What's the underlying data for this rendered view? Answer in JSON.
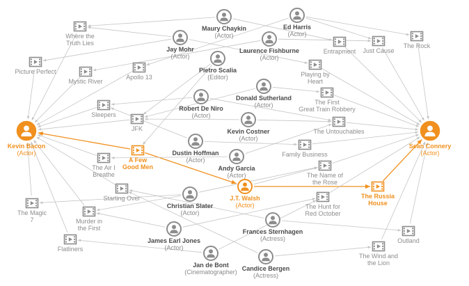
{
  "colors": {
    "node": "#8c8c8c",
    "edge": "#c4c4c4",
    "highlight": "#f0901e"
  },
  "people": [
    {
      "id": "kevin-bacon",
      "name": "Kevin Bacon",
      "role": "(Actor)",
      "highlight": true,
      "icon": "person-icon"
    },
    {
      "id": "sean-connery",
      "name": "Sean Connery",
      "role": "(Actor)",
      "highlight": true,
      "icon": "person-icon"
    },
    {
      "id": "jt-walsh",
      "name": "J.T. Walsh",
      "role": "(Actor)",
      "highlight": true,
      "icon": "person-icon"
    },
    {
      "id": "maury-chaykin",
      "name": "Maury Chaykin",
      "role": "(Actor)",
      "icon": "person-icon"
    },
    {
      "id": "ed-harris",
      "name": "Ed Harris",
      "role": "(Actor)",
      "icon": "person-icon"
    },
    {
      "id": "jay-mohr",
      "name": "Jay Mohr",
      "role": "(Actor)",
      "icon": "person-icon"
    },
    {
      "id": "laurence-fishburne",
      "name": "Laurence Fishburne",
      "role": "(Actor)",
      "icon": "person-icon"
    },
    {
      "id": "pietro-scalia",
      "name": "Pietro Scalia",
      "role": "(Editor)",
      "icon": "person-icon"
    },
    {
      "id": "donald-sutherland",
      "name": "Donald Sutherland",
      "role": "(Actor)",
      "icon": "person-icon"
    },
    {
      "id": "robert-de-niro",
      "name": "Robert De Niro",
      "role": "(Actor)",
      "icon": "person-icon"
    },
    {
      "id": "kevin-costner",
      "name": "Kevin Costner",
      "role": "(Actor)",
      "icon": "person-icon"
    },
    {
      "id": "dustin-hoffman",
      "name": "Dustin Hoffman",
      "role": "(Actor)",
      "icon": "person-icon"
    },
    {
      "id": "andy-garcia",
      "name": "Andy Garcia",
      "role": "(Actor)",
      "icon": "person-icon"
    },
    {
      "id": "christian-slater",
      "name": "Christian Slater",
      "role": "(Actor)",
      "icon": "person-icon"
    },
    {
      "id": "frances-sternhagen",
      "name": "Frances Sternhagen",
      "role": "(Actress)",
      "icon": "person-icon"
    },
    {
      "id": "james-earl-jones",
      "name": "James Earl Jones",
      "role": "(Actor)",
      "icon": "person-icon"
    },
    {
      "id": "jan-de-bont",
      "name": "Jan de Bont",
      "role": "(Cinematographer)",
      "icon": "person-icon"
    },
    {
      "id": "candice-bergen",
      "name": "Candice Bergen",
      "role": "(Actress)",
      "icon": "person-icon"
    }
  ],
  "films": [
    {
      "id": "where-the-truth-lies",
      "title": [
        "Where the",
        "Truth Lies"
      ],
      "icon": "film-icon"
    },
    {
      "id": "picture-perfect",
      "title": [
        "Picture Perfect"
      ],
      "icon": "film-icon"
    },
    {
      "id": "mystic-river",
      "title": [
        "Mystic River"
      ],
      "icon": "film-icon"
    },
    {
      "id": "apollo-13",
      "title": [
        "Apollo 13"
      ],
      "icon": "film-icon"
    },
    {
      "id": "entrapment",
      "title": [
        "Entrapment"
      ],
      "icon": "film-icon"
    },
    {
      "id": "just-cause",
      "title": [
        "Just Cause"
      ],
      "icon": "film-icon"
    },
    {
      "id": "the-rock",
      "title": [
        "The Rock"
      ],
      "icon": "film-icon"
    },
    {
      "id": "playing-by-heart",
      "title": [
        "Playing by",
        "Heart"
      ],
      "icon": "film-icon"
    },
    {
      "id": "great-train-robbery",
      "title": [
        "The First",
        "Great Train Robbery"
      ],
      "icon": "film-icon"
    },
    {
      "id": "sleepers",
      "title": [
        "Sleepers"
      ],
      "icon": "film-icon"
    },
    {
      "id": "jfk",
      "title": [
        "JFK"
      ],
      "icon": "film-icon"
    },
    {
      "id": "the-untouchables",
      "title": [
        "The Untouchables"
      ],
      "icon": "film-icon"
    },
    {
      "id": "a-few-good-men",
      "title": [
        "A Few",
        "Good Men"
      ],
      "highlight": true,
      "icon": "film-icon"
    },
    {
      "id": "family-business",
      "title": [
        "Family Business"
      ],
      "icon": "film-icon"
    },
    {
      "id": "the-air-i-breathe",
      "title": [
        "The Air I",
        "Breathe"
      ],
      "icon": "film-icon"
    },
    {
      "id": "name-of-the-rose",
      "title": [
        "The Name of",
        "the Rose"
      ],
      "icon": "film-icon"
    },
    {
      "id": "starting-over",
      "title": [
        "Starting Over"
      ],
      "icon": "film-icon"
    },
    {
      "id": "the-russia-house",
      "title": [
        "The Russia",
        "House"
      ],
      "highlight": true,
      "icon": "film-icon"
    },
    {
      "id": "hunt-for-red-october",
      "title": [
        "The Hunt for",
        "Red October"
      ],
      "icon": "film-icon"
    },
    {
      "id": "the-magic-7",
      "title": [
        "The Magic",
        "7"
      ],
      "icon": "film-icon"
    },
    {
      "id": "murder-in-the-first",
      "title": [
        "Murder in",
        "the First"
      ],
      "icon": "film-icon"
    },
    {
      "id": "outland",
      "title": [
        "Outland"
      ],
      "icon": "film-icon"
    },
    {
      "id": "flatliners",
      "title": [
        "Flatliners"
      ],
      "icon": "film-icon"
    },
    {
      "id": "wind-and-the-lion",
      "title": [
        "The Wind and",
        "the Lion"
      ],
      "icon": "film-icon"
    }
  ],
  "edges": [
    {
      "from": "a-few-good-men",
      "to": "kevin-bacon",
      "highlight": true
    },
    {
      "from": "a-few-good-men",
      "to": "jt-walsh",
      "highlight": true
    },
    {
      "from": "jt-walsh",
      "to": "the-russia-house",
      "highlight": true
    },
    {
      "from": "the-russia-house",
      "to": "sean-connery",
      "highlight": true
    },
    {
      "from": "where-the-truth-lies",
      "to": "kevin-bacon"
    },
    {
      "from": "picture-perfect",
      "to": "kevin-bacon"
    },
    {
      "from": "mystic-river",
      "to": "kevin-bacon"
    },
    {
      "from": "apollo-13",
      "to": "kevin-bacon"
    },
    {
      "from": "sleepers",
      "to": "kevin-bacon"
    },
    {
      "from": "jfk",
      "to": "kevin-bacon"
    },
    {
      "from": "the-air-i-breathe",
      "to": "kevin-bacon"
    },
    {
      "from": "starting-over",
      "to": "kevin-bacon"
    },
    {
      "from": "the-magic-7",
      "to": "kevin-bacon"
    },
    {
      "from": "murder-in-the-first",
      "to": "kevin-bacon"
    },
    {
      "from": "flatliners",
      "to": "kevin-bacon"
    },
    {
      "from": "jay-mohr",
      "to": "where-the-truth-lies"
    },
    {
      "from": "maury-chaykin",
      "to": "where-the-truth-lies"
    },
    {
      "from": "jay-mohr",
      "to": "picture-perfect"
    },
    {
      "from": "laurence-fishburne",
      "to": "mystic-river"
    },
    {
      "from": "ed-harris",
      "to": "apollo-13"
    },
    {
      "from": "robert-de-niro",
      "to": "sleepers"
    },
    {
      "from": "dustin-hoffman",
      "to": "sleepers"
    },
    {
      "from": "donald-sutherland",
      "to": "jfk"
    },
    {
      "from": "pietro-scalia",
      "to": "jfk"
    },
    {
      "from": "kevin-costner",
      "to": "jfk"
    },
    {
      "from": "andy-garcia",
      "to": "the-air-i-breathe"
    },
    {
      "from": "candice-bergen",
      "to": "starting-over"
    },
    {
      "from": "christian-slater",
      "to": "the-magic-7"
    },
    {
      "from": "christian-slater",
      "to": "murder-in-the-first"
    },
    {
      "from": "james-earl-jones",
      "to": "murder-in-the-first"
    },
    {
      "from": "jan-de-bont",
      "to": "flatliners"
    },
    {
      "from": "pietro-scalia",
      "to": "a-few-good-men"
    },
    {
      "from": "the-rock",
      "to": "sean-connery"
    },
    {
      "from": "just-cause",
      "to": "sean-connery"
    },
    {
      "from": "entrapment",
      "to": "sean-connery"
    },
    {
      "from": "playing-by-heart",
      "to": "sean-connery"
    },
    {
      "from": "great-train-robbery",
      "to": "sean-connery"
    },
    {
      "from": "the-untouchables",
      "to": "sean-connery"
    },
    {
      "from": "family-business",
      "to": "sean-connery"
    },
    {
      "from": "name-of-the-rose",
      "to": "sean-connery"
    },
    {
      "from": "hunt-for-red-october",
      "to": "sean-connery"
    },
    {
      "from": "outland",
      "to": "sean-connery"
    },
    {
      "from": "wind-and-the-lion",
      "to": "sean-connery"
    },
    {
      "from": "ed-harris",
      "to": "the-rock"
    },
    {
      "from": "ed-harris",
      "to": "just-cause"
    },
    {
      "from": "laurence-fishburne",
      "to": "just-cause"
    },
    {
      "from": "maury-chaykin",
      "to": "entrapment"
    },
    {
      "from": "jay-mohr",
      "to": "playing-by-heart"
    },
    {
      "from": "donald-sutherland",
      "to": "great-train-robbery"
    },
    {
      "from": "robert-de-niro",
      "to": "the-untouchables"
    },
    {
      "from": "kevin-costner",
      "to": "the-untouchables"
    },
    {
      "from": "andy-garcia",
      "to": "the-untouchables"
    },
    {
      "from": "dustin-hoffman",
      "to": "family-business"
    },
    {
      "from": "jt-walsh",
      "to": "name-of-the-rose"
    },
    {
      "from": "james-earl-jones",
      "to": "hunt-for-red-october"
    },
    {
      "from": "frances-sternhagen",
      "to": "outland"
    },
    {
      "from": "jan-de-bont",
      "to": "hunt-for-red-october"
    },
    {
      "from": "candice-bergen",
      "to": "wind-and-the-lion"
    },
    {
      "from": "frances-sternhagen",
      "to": "starting-over"
    },
    {
      "from": "christian-slater",
      "to": "name-of-the-rose"
    }
  ]
}
